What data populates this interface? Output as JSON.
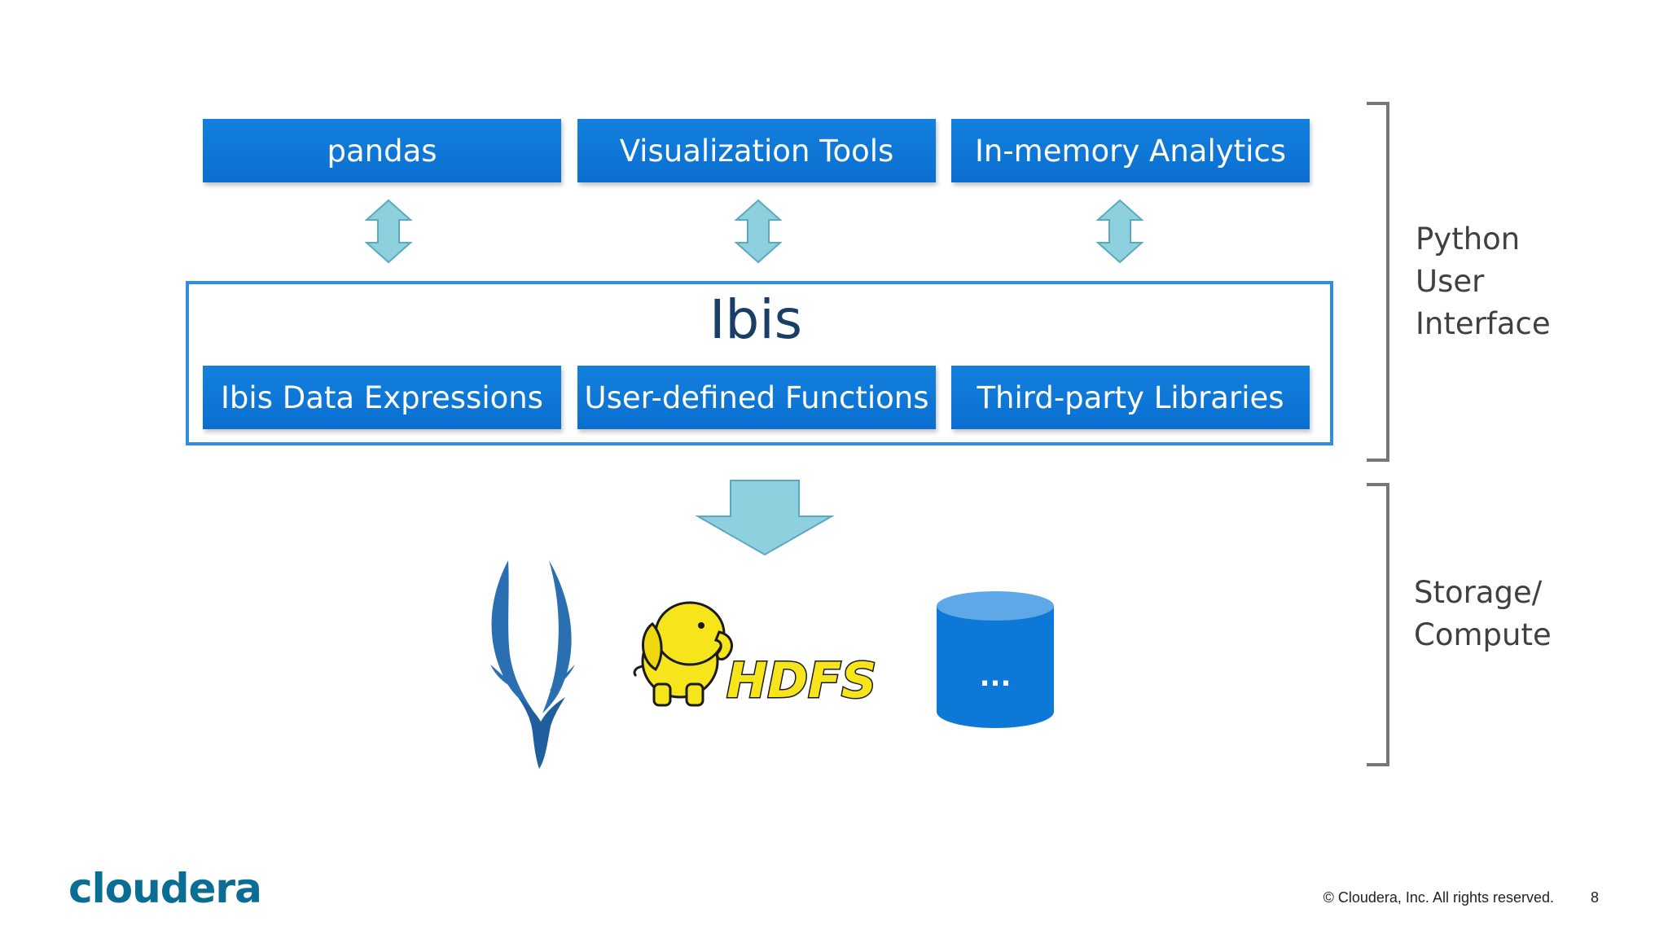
{
  "top_row": {
    "box1": "pandas",
    "box2": "Visualization Tools",
    "box3": "In-memory Analytics"
  },
  "ibis": {
    "title": "Ibis",
    "box1": "Ibis Data Expressions",
    "box2": "User-defined Functions",
    "box3": "Third-party Libraries"
  },
  "storage": {
    "hdfs_label": "HDFS",
    "cylinder_label": "..."
  },
  "side_labels": {
    "python_ui": "Python\nUser\nInterface",
    "storage_compute": "Storage/\nCompute"
  },
  "footer": {
    "logo": "cloudera",
    "copyright": "© Cloudera, Inc. All rights reserved.",
    "page_number": "8"
  },
  "colors": {
    "box_blue": "#0a6fd0",
    "arrow_fill": "#8fd0df",
    "arrow_stroke": "#5aa9c3",
    "logo_teal": "#0a6d94"
  }
}
